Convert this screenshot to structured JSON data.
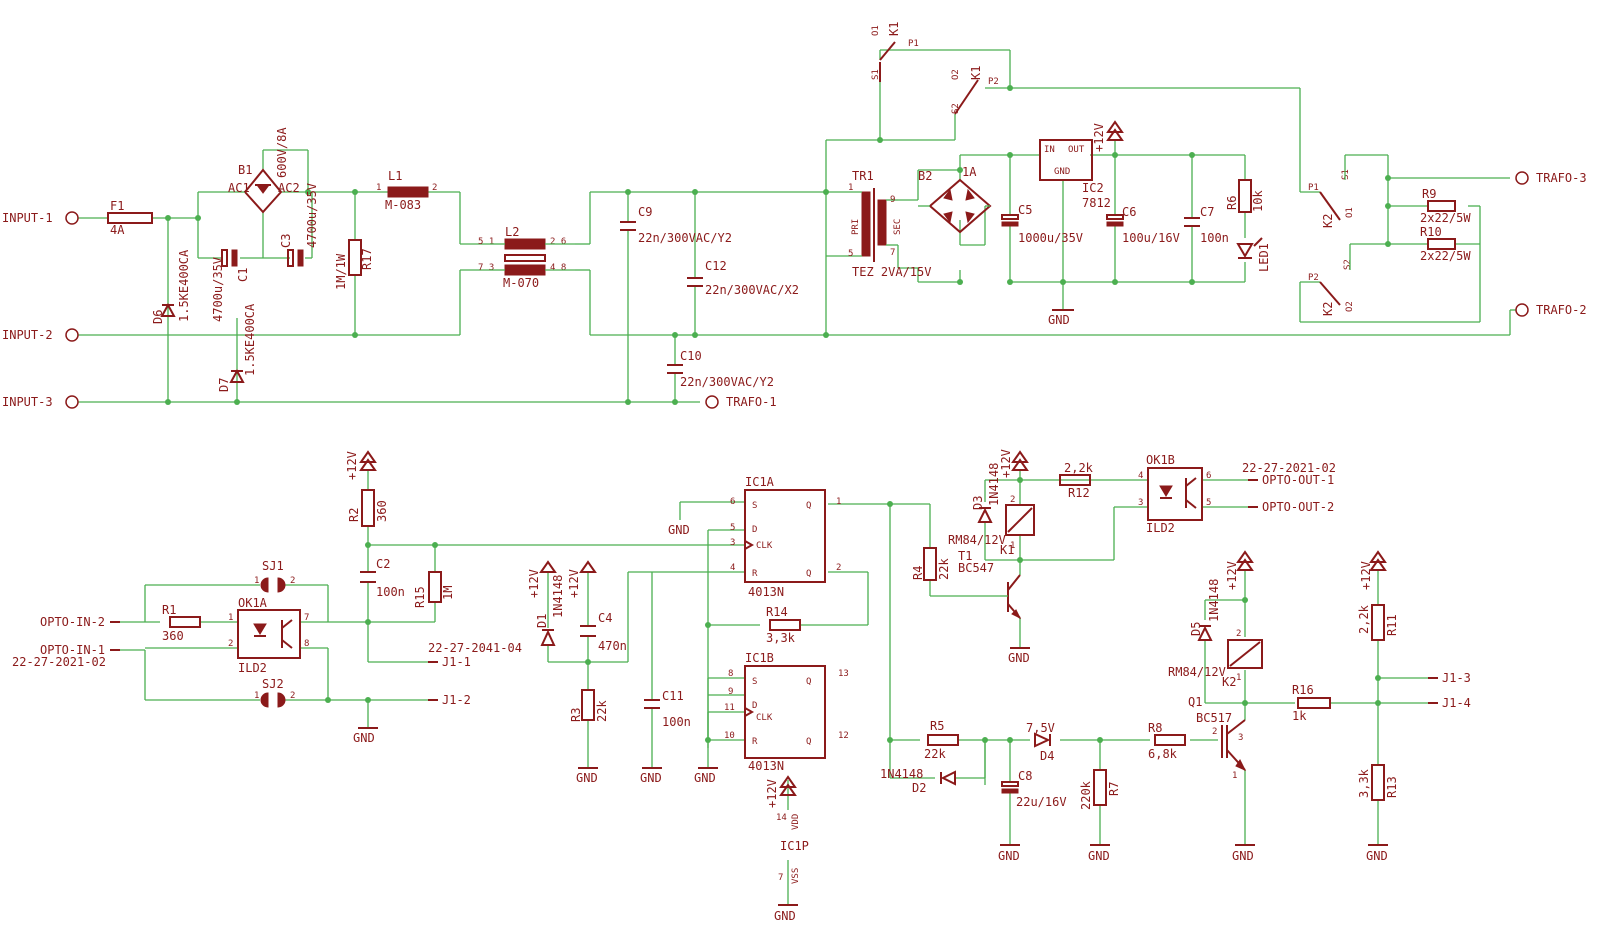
{
  "ports": {
    "input1": "INPUT-1",
    "input2": "INPUT-2",
    "input3": "INPUT-3",
    "trafo1": "TRAFO-1",
    "trafo2": "TRAFO-2",
    "trafo3": "TRAFO-3",
    "opto_in2": "OPTO-IN-2",
    "opto_in1": "OPTO-IN-1",
    "opto_out1": "OPTO-OUT-1",
    "opto_out2": "OPTO-OUT-2",
    "j1_1": "J1-1",
    "j1_2": "J1-2",
    "j1_3": "J1-3",
    "j1_4": "J1-4"
  },
  "notes": {
    "code_in": "22-27-2021-02",
    "code_out": "22-27-2021-02",
    "code_j": "22-27-2041-04"
  },
  "power": {
    "vcc": "+12V",
    "gnd": "GND"
  },
  "parts": {
    "F1": {
      "name": "F1",
      "value": "4A"
    },
    "B1": {
      "name": "B1",
      "value": "600V/8A",
      "pin1": "AC1",
      "pin2": "AC2"
    },
    "C1": {
      "name": "C1",
      "value": "4700u/35V"
    },
    "C3": {
      "name": "C3",
      "value": "4700u/35V"
    },
    "L1": {
      "name": "L1",
      "value": "M-083"
    },
    "R17": {
      "name": "R17",
      "value": "1M/1W"
    },
    "L2": {
      "name": "L2",
      "value": "M-070"
    },
    "D6": {
      "name": "D6",
      "value": "1.5KE400CA"
    },
    "D7": {
      "name": "D7",
      "value": "1.5KE400CA"
    },
    "C9": {
      "name": "C9",
      "value": "22n/300VAC/Y2"
    },
    "C12": {
      "name": "C12",
      "value": "22n/300VAC/X2"
    },
    "C10": {
      "name": "C10",
      "value": "22n/300VAC/Y2"
    },
    "TR1": {
      "name": "TR1",
      "value": "TEZ 2VA/15V",
      "pri": "PRI",
      "sec": "SEC"
    },
    "B2": {
      "name": "B2",
      "value": "1A"
    },
    "C5": {
      "name": "C5",
      "value": "1000u/35V"
    },
    "IC2": {
      "name": "IC2",
      "value": "7812",
      "in": "IN",
      "out": "OUT",
      "gnd": "GND"
    },
    "C6": {
      "name": "C6",
      "value": "100u/16V"
    },
    "C7": {
      "name": "C7",
      "value": "100n"
    },
    "R6": {
      "name": "R6",
      "value": "10k"
    },
    "LED1": {
      "name": "LED1"
    },
    "K1": {
      "name": "K1",
      "value": "RM84/12V"
    },
    "K2": {
      "name": "K2",
      "value": "RM84/12V"
    },
    "R9": {
      "name": "R9",
      "value": "2x22/5W"
    },
    "R10": {
      "name": "R10",
      "value": "2x22/5W"
    },
    "SJ1": {
      "name": "SJ1"
    },
    "SJ2": {
      "name": "SJ2"
    },
    "R1": {
      "name": "R1",
      "value": "360"
    },
    "OK1A": {
      "name": "OK1A",
      "value": "ILD2"
    },
    "OK1B": {
      "name": "OK1B",
      "value": "ILD2"
    },
    "R2": {
      "name": "R2",
      "value": "360"
    },
    "C2": {
      "name": "C2",
      "value": "100n"
    },
    "R15": {
      "name": "R15",
      "value": "1M"
    },
    "IC1A": {
      "name": "IC1A",
      "value": "4013N"
    },
    "IC1B": {
      "name": "IC1B",
      "value": "4013N"
    },
    "IC1P": {
      "name": "IC1P",
      "vdd": "VDD",
      "vss": "VSS"
    },
    "D1": {
      "name": "D1",
      "value": "1N4148"
    },
    "C4": {
      "name": "C4",
      "value": "470n"
    },
    "R3": {
      "name": "R3",
      "value": "22k"
    },
    "C11": {
      "name": "C11",
      "value": "100n"
    },
    "R14": {
      "name": "R14",
      "value": "3,3k"
    },
    "D3": {
      "name": "D3",
      "value": "1N4148"
    },
    "R12": {
      "name": "R12",
      "value": "2,2k"
    },
    "T1": {
      "name": "T1",
      "value": "BC547"
    },
    "R4": {
      "name": "R4",
      "value": "22k"
    },
    "R5": {
      "name": "R5",
      "value": "22k"
    },
    "D2": {
      "name": "D2",
      "value": "1N4148"
    },
    "D4": {
      "name": "D4",
      "value": "7,5V"
    },
    "C8": {
      "name": "C8",
      "value": "22u/16V"
    },
    "R7": {
      "name": "R7",
      "value": "220k"
    },
    "R8": {
      "name": "R8",
      "value": "6,8k"
    },
    "D5": {
      "name": "D5",
      "value": "1N4148"
    },
    "Q1": {
      "name": "Q1",
      "value": "BC517"
    },
    "R16": {
      "name": "R16",
      "value": "1k"
    },
    "R11": {
      "name": "R11",
      "value": "2,2k"
    },
    "R13": {
      "name": "R13",
      "value": "3,3k"
    }
  }
}
